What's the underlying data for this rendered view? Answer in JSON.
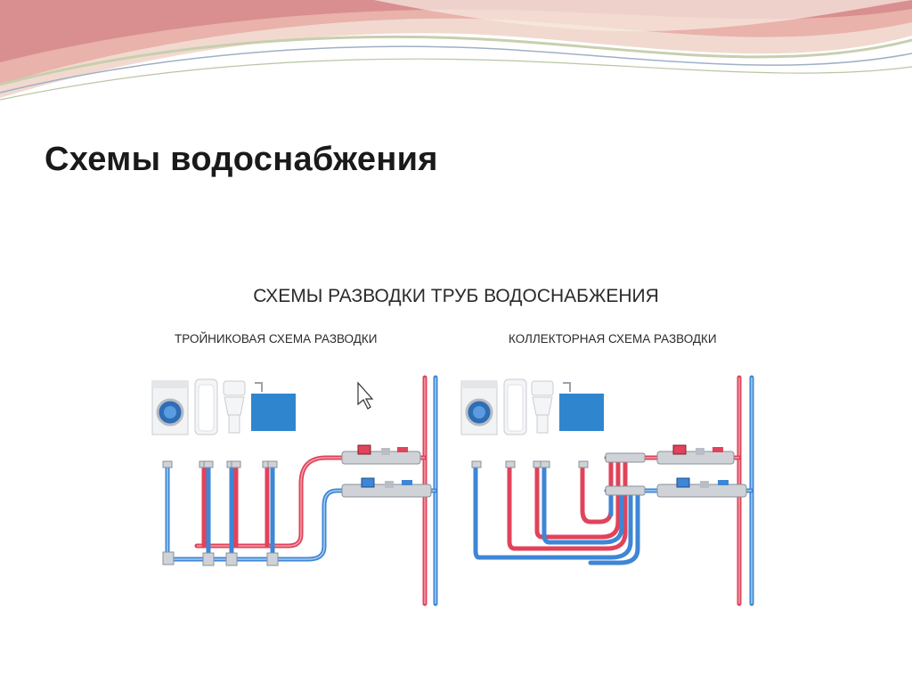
{
  "slide": {
    "title": "Схемы водоснабжения"
  },
  "figure": {
    "title": "СХЕМЫ РАЗВОДКИ ТРУБ ВОДОСНАБЖЕНИЯ",
    "left_panel": {
      "title": "ТРОЙНИКОВАЯ СХЕМА РАЗВОДКИ"
    },
    "right_panel": {
      "title": "КОЛЛЕКТОРНАЯ СХЕМА РАЗВОДКИ"
    }
  },
  "colors": {
    "hot_pipe": "#e0435a",
    "cold_pipe": "#3e86d6",
    "sink_blue": "#2f86cf",
    "decor_pink": "#e8a1a0",
    "decor_green": "#cfd7b8"
  },
  "icons": [
    "washing-machine-icon",
    "bathtub-icon",
    "toilet-icon",
    "sink-icon",
    "mouse-cursor-icon"
  ]
}
